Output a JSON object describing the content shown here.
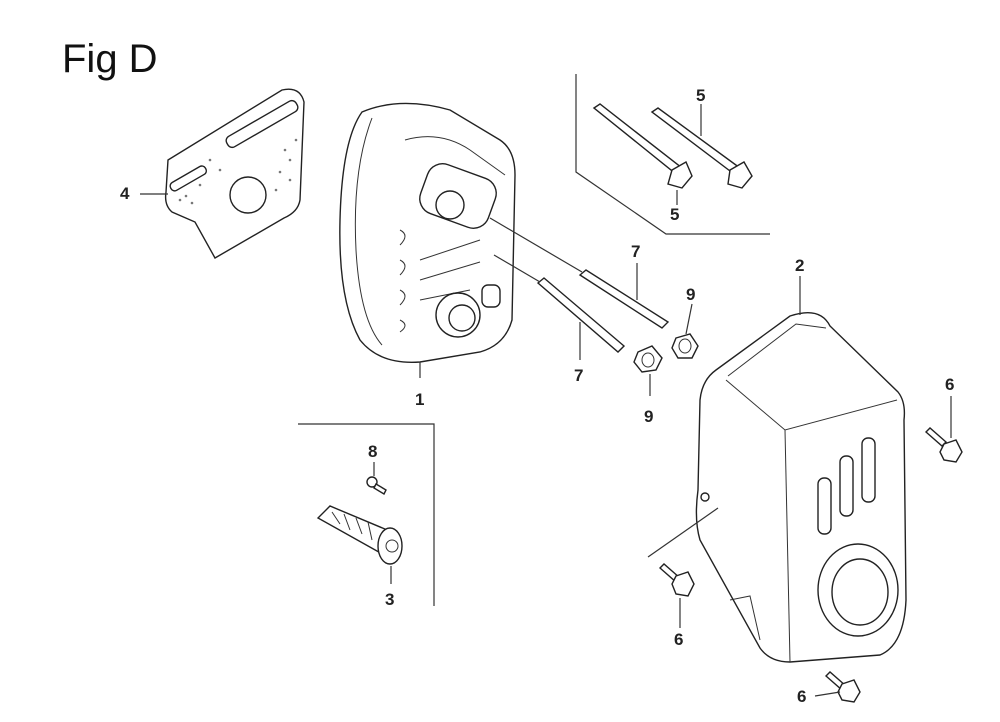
{
  "figure": {
    "title": "Fig D"
  },
  "callouts": {
    "c1": "1",
    "c2": "2",
    "c3": "3",
    "c4": "4",
    "c5a": "5",
    "c5b": "5",
    "c6a": "6",
    "c6b": "6",
    "c6c": "6",
    "c7a": "7",
    "c7b": "7",
    "c8": "8",
    "c9a": "9",
    "c9b": "9"
  }
}
